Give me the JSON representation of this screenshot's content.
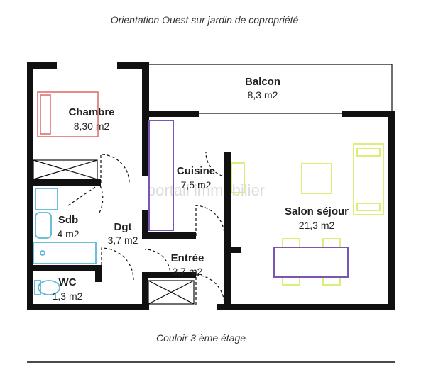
{
  "plan": {
    "orientation_note": "Orientation Ouest sur jardin de copropriété",
    "corridor_note": "Couloir 3 ème étage",
    "watermark": "portail immobilier",
    "rooms": [
      {
        "name": "Balcon",
        "area": "8,3 m2"
      },
      {
        "name": "Chambre",
        "area": "8,30 m2"
      },
      {
        "name": "Cuisine",
        "area": "7,5 m2"
      },
      {
        "name": "Salon séjour",
        "area": "21,3 m2"
      },
      {
        "name": "Sdb",
        "area": "4 m2"
      },
      {
        "name": "Dgt",
        "area": "3,7 m2"
      },
      {
        "name": "Entrée",
        "area": "3,7 m2"
      },
      {
        "name": "WC",
        "area": "1,3 m2"
      }
    ],
    "colors": {
      "wall": "#111111",
      "bed": "#e07070",
      "kitchen_unit": "#7b55b5",
      "living_furniture": "#d9ec6a",
      "bathroom_fixtures": "#5bb8d6"
    }
  }
}
